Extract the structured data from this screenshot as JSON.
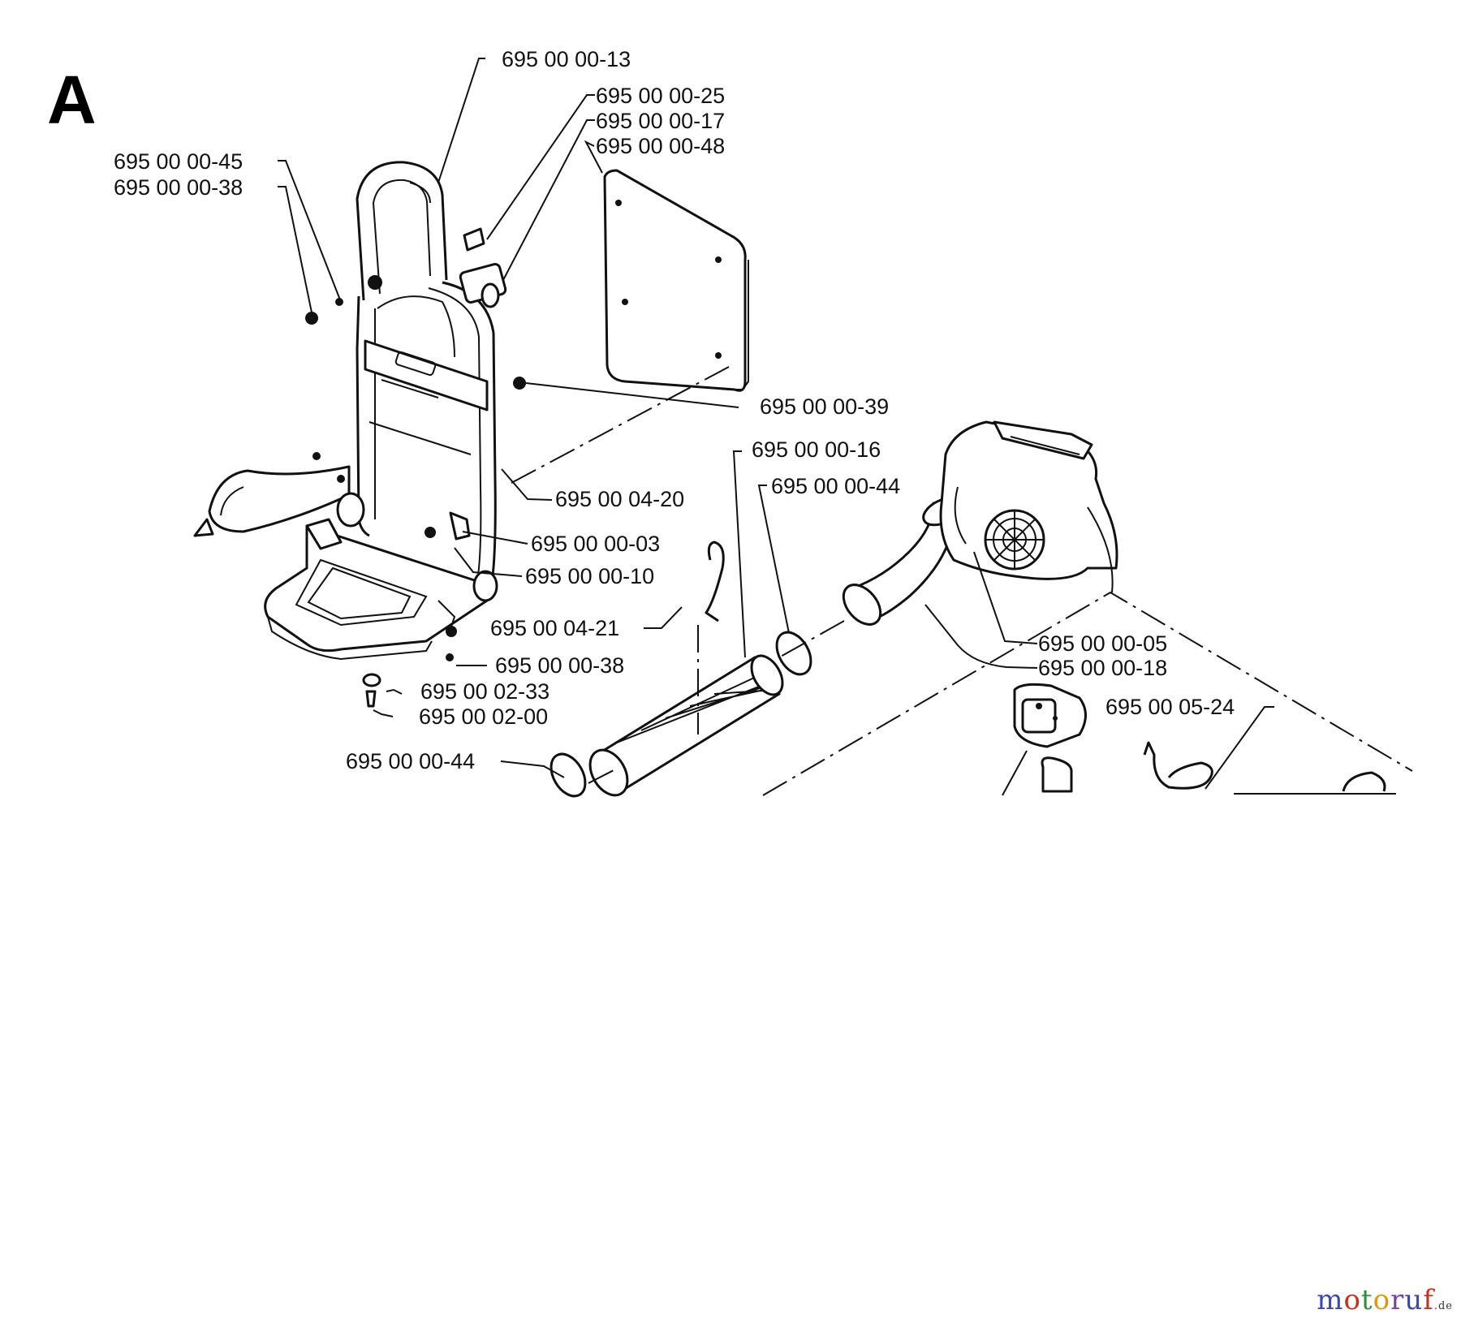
{
  "section_label": "A",
  "callouts": [
    {
      "id": "c01",
      "part_no": "695 00 00-13"
    },
    {
      "id": "c02",
      "part_no": "695 00 00-25"
    },
    {
      "id": "c03",
      "part_no": "695 00 00-17"
    },
    {
      "id": "c04",
      "part_no": "695 00 00-48"
    },
    {
      "id": "c05",
      "part_no": "695 00 00-45"
    },
    {
      "id": "c06",
      "part_no": "695 00 00-38"
    },
    {
      "id": "c07",
      "part_no": "695 00 00-39"
    },
    {
      "id": "c08",
      "part_no": "695 00 00-16"
    },
    {
      "id": "c09",
      "part_no": "695 00 00-44"
    },
    {
      "id": "c10",
      "part_no": "695 00 04-20"
    },
    {
      "id": "c11",
      "part_no": "695 00 00-03"
    },
    {
      "id": "c12",
      "part_no": "695 00 00-10"
    },
    {
      "id": "c13",
      "part_no": "695 00 04-21"
    },
    {
      "id": "c14",
      "part_no": "695 00 00-05"
    },
    {
      "id": "c15",
      "part_no": "695 00 00-18"
    },
    {
      "id": "c16",
      "part_no": "695 00 00-38"
    },
    {
      "id": "c17",
      "part_no": "695 00 05-24"
    },
    {
      "id": "c18",
      "part_no": "695 00 02-33"
    },
    {
      "id": "c19",
      "part_no": "695 00 02-00"
    },
    {
      "id": "c20",
      "part_no": "695 00 00-44"
    }
  ],
  "watermark": {
    "brand": "motoruf",
    "tld": ".de",
    "colors": [
      "#3b4aa8",
      "#c8301e",
      "#2f8f3a",
      "#d79a12",
      "#7a3fa0"
    ]
  }
}
